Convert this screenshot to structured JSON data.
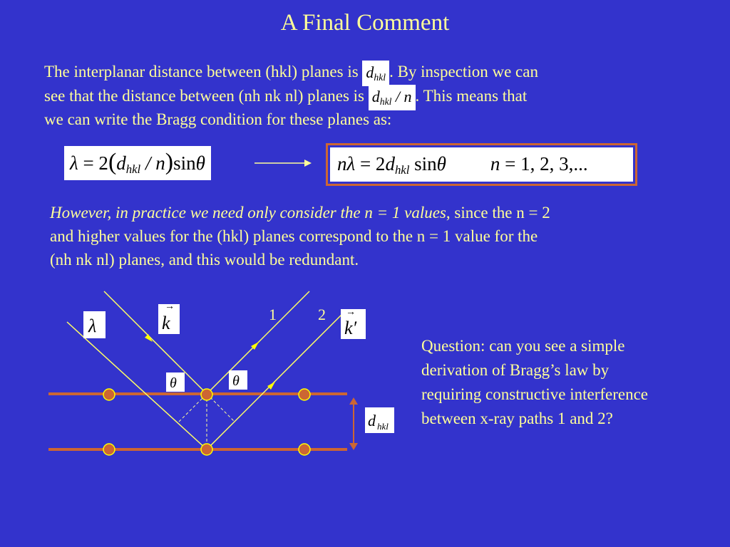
{
  "title": "A Final Comment",
  "para1": {
    "line1_a": "The interplanar distance between (hkl) planes is",
    "line1_b": ".  By inspection we can",
    "line2_a": "see that the distance between (nh nk nl) planes is",
    "line2_b": ".  This means that",
    "line3": "we can write the Bragg condition for these planes as:",
    "d": "d",
    "sub_hkl": "hkl",
    "slash_n": " / n"
  },
  "eq_left": {
    "lambda": "λ",
    "eq_two": " = 2",
    "lparen": "(",
    "d": "d",
    "sub": "hkl",
    "slash_n": " / n",
    "rparen": ")",
    "sin": "sin",
    "theta": "θ"
  },
  "eq_right": {
    "n_lambda": "nλ",
    "eq_two": " = 2",
    "d": "d",
    "sub": "hkl",
    "sin": " sin",
    "theta": "θ",
    "n_eq": "n",
    "values": " = 1, 2, 3,..."
  },
  "para2": {
    "italic_part": "However, in practice we need only consider the n = 1 values",
    "line1_rest": ", since the n = 2",
    "line2": "and higher values for the (hkl) planes correspond to the n = 1 value for the",
    "line3": "(nh nk nl) planes, and this would be redundant."
  },
  "diagram": {
    "label_lambda": "λ",
    "label_k": "k",
    "label_k_prime": "k′",
    "arrow_glyph": "→",
    "label_1": "1",
    "label_2": "2",
    "theta": "θ",
    "d": "d",
    "sub_hkl": "hkl",
    "colors": {
      "plane": "#cc6633",
      "atom_fill": "#cc6633",
      "atom_stroke": "#ffff00",
      "ray": "#ffff66",
      "arrow": "#ffff00"
    }
  },
  "question": {
    "line1": "Question:  can you see a simple",
    "line2": "derivation of Bragg’s law by",
    "line3": "requiring constructive interference",
    "line4": "between x-ray paths 1 and 2?"
  }
}
